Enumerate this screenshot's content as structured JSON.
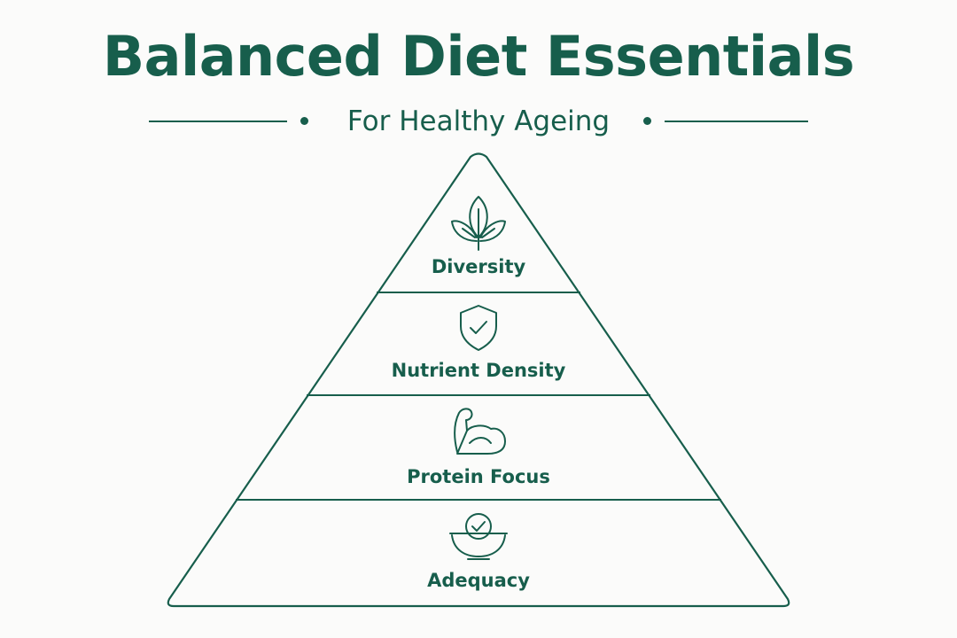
{
  "header": {
    "title": "Balanced Diet Essentials",
    "subtitle": "For Healthy Ageing"
  },
  "pyramid": {
    "tiers": [
      {
        "label": "Diversity",
        "icon": "leaf-sprout-icon"
      },
      {
        "label": "Nutrient Density",
        "icon": "shield-check-icon"
      },
      {
        "label": "Protein Focus",
        "icon": "flexed-arm-icon"
      },
      {
        "label": "Adequacy",
        "icon": "bowl-check-icon"
      }
    ]
  },
  "colors": {
    "primary": "#175e4c",
    "background": "#fbfbfa"
  }
}
